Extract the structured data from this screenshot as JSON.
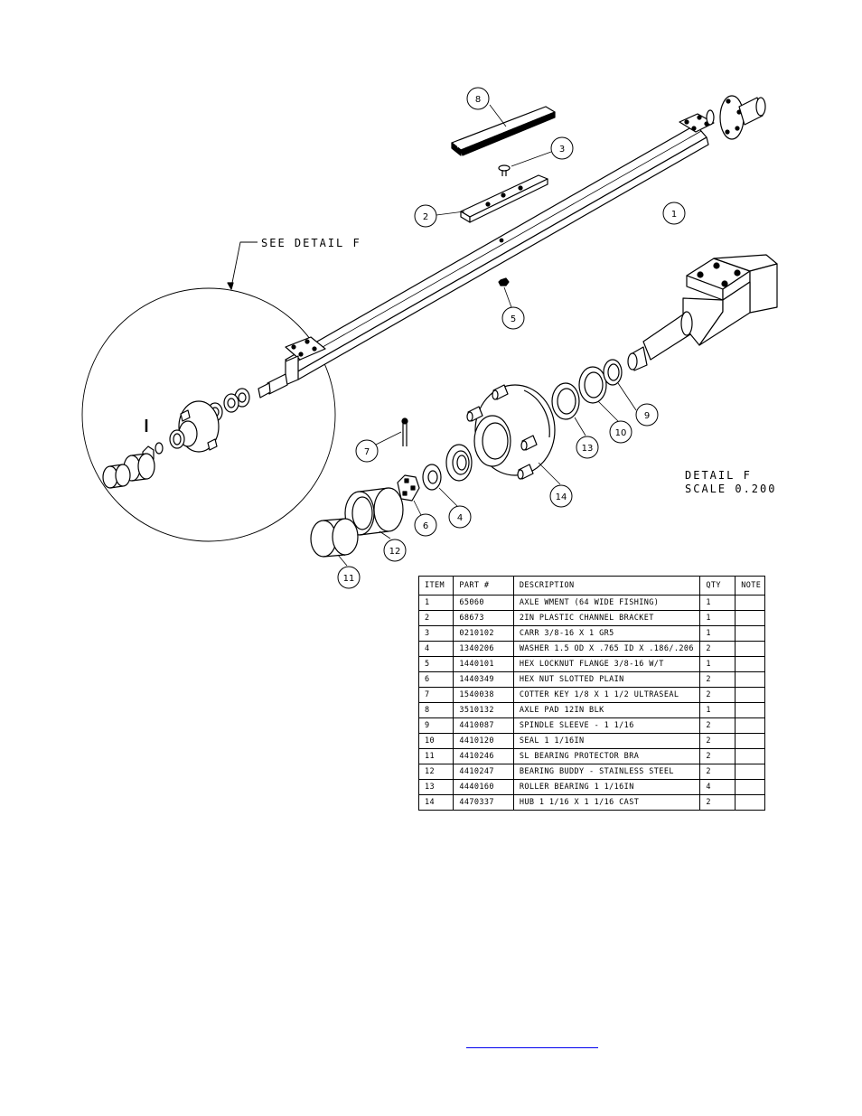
{
  "callouts": {
    "see_detail": "SEE DETAIL  F",
    "detail_title": "DETAIL  F",
    "detail_scale": "SCALE  0.200"
  },
  "balloons": [
    "1",
    "2",
    "3",
    "4",
    "5",
    "6",
    "7",
    "8",
    "9",
    "10",
    "11",
    "12",
    "13",
    "14"
  ],
  "bom": {
    "headers": [
      "ITEM",
      "PART #",
      "DESCRIPTION",
      "QTY",
      "NOTE"
    ],
    "rows": [
      [
        "1",
        "65060",
        "AXLE WMENT (64 WIDE FISHING)",
        "1",
        ""
      ],
      [
        "2",
        "68673",
        "2IN PLASTIC CHANNEL BRACKET",
        "1",
        ""
      ],
      [
        "3",
        "0210102",
        "CARR 3/8-16 X 1 GR5",
        "1",
        ""
      ],
      [
        "4",
        "1340206",
        "WASHER 1.5 OD X .765 ID X .186/.206",
        "2",
        ""
      ],
      [
        "5",
        "1440101",
        "HEX LOCKNUT FLANGE 3/8-16 W/T",
        "1",
        ""
      ],
      [
        "6",
        "1440349",
        "HEX NUT SLOTTED PLAIN",
        "2",
        ""
      ],
      [
        "7",
        "1540038",
        "COTTER KEY 1/8 X 1 1/2 ULTRASEAL",
        "2",
        ""
      ],
      [
        "8",
        "3510132",
        "AXLE PAD 12IN  BLK",
        "1",
        ""
      ],
      [
        "9",
        "4410087",
        "SPINDLE SLEEVE - 1 1/16",
        "2",
        ""
      ],
      [
        "10",
        "4410120",
        "SEAL  1 1/16IN",
        "2",
        ""
      ],
      [
        "11",
        "4410246",
        "SL BEARING PROTECTOR BRA",
        "2",
        ""
      ],
      [
        "12",
        "4410247",
        "BEARING BUDDY - STAINLESS STEEL",
        "2",
        ""
      ],
      [
        "13",
        "4440160",
        "ROLLER BEARING   1 1/16IN",
        "4",
        ""
      ],
      [
        "14",
        "4470337",
        "HUB   1 1/16 X 1 1/16 CAST",
        "2",
        ""
      ]
    ]
  }
}
